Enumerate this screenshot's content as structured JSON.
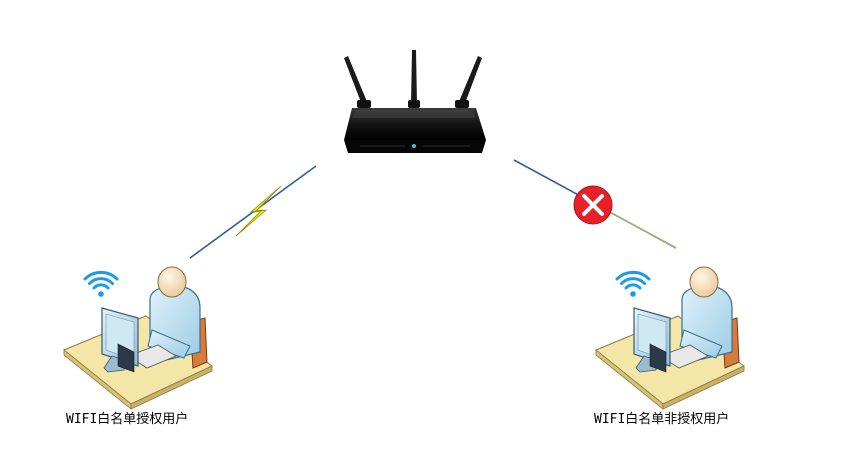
{
  "nodes": {
    "router": {
      "icon": "wifi-router-icon"
    },
    "authorized_user": {
      "label": "WIFI白名单授权用户",
      "icon": "user-at-computer-icon"
    },
    "unauthorized_user": {
      "label": "WIFI白名单非授权用户",
      "icon": "user-at-computer-icon"
    }
  },
  "links": [
    {
      "from": "router",
      "to": "authorized_user",
      "status": "connected",
      "icon": "lightning-bolt-icon"
    },
    {
      "from": "router",
      "to": "unauthorized_user",
      "status": "blocked",
      "icon": "red-x-circle-icon"
    }
  ],
  "colors": {
    "link_line": "#2f5f99",
    "lightning": "#ffee00",
    "blocked_badge": "#e8202a",
    "wifi_signal": "#1e9be6",
    "desk_top": "#f3e6a6",
    "person_skin": "#f6e2c2",
    "person_shirt": "#b3dcef"
  }
}
